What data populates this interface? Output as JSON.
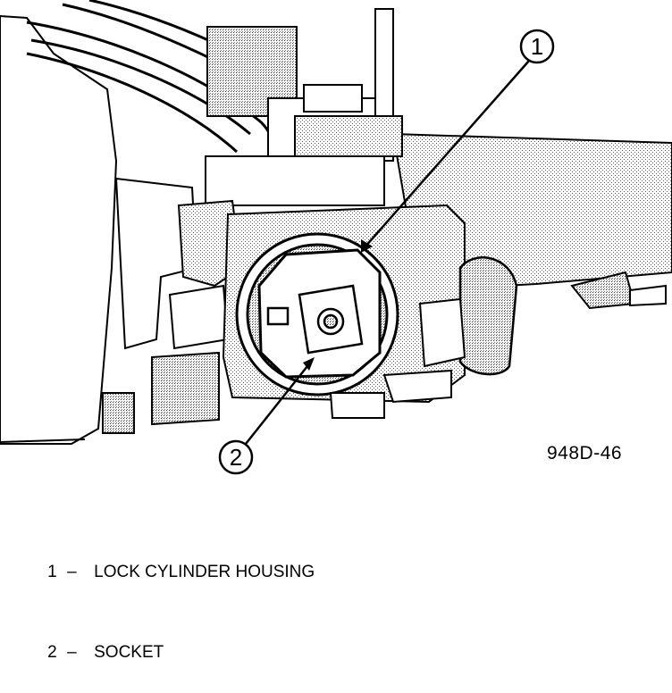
{
  "figure": {
    "code": "948D-46",
    "callouts": [
      "1",
      "2"
    ]
  },
  "legend": [
    {
      "number": "1",
      "dash": "–",
      "label": "LOCK CYLINDER HOUSING"
    },
    {
      "number": "2",
      "dash": "–",
      "label": "SOCKET"
    }
  ]
}
